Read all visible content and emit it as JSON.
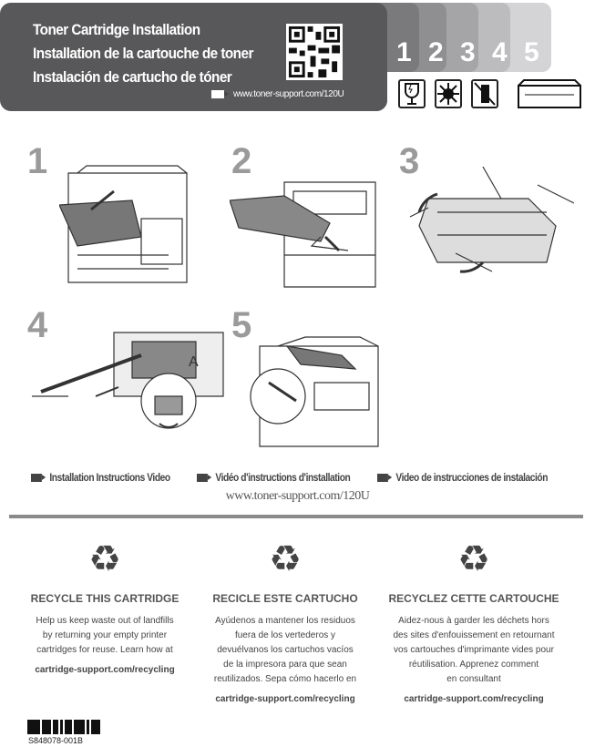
{
  "header": {
    "titles": [
      "Toner Cartridge Installation",
      "Installation de la cartouche de toner",
      "Instalación de cartucho de tóner"
    ],
    "video_url": "www.toner-support.com/120U",
    "step_tabs": [
      "1",
      "2",
      "3",
      "4",
      "5"
    ],
    "warning_icons": [
      "fragile-icon",
      "no-light-exposure-icon",
      "no-upright-icon",
      "cartridge-icon"
    ]
  },
  "steps": [
    {
      "number": "1"
    },
    {
      "number": "2"
    },
    {
      "number": "3"
    },
    {
      "number": "4",
      "callout": "A"
    },
    {
      "number": "5"
    }
  ],
  "video": {
    "labels": [
      "Installation Instructions Video",
      "Vidéo d'instructions d'installation",
      "Video de instrucciones de instalación"
    ],
    "url": "www.toner-support.com/120U"
  },
  "recycle": [
    {
      "heading": "RECYCLE THIS CARTRIDGE",
      "lines": [
        "Help us keep waste out of landfills",
        "by returning your empty printer",
        "cartridges for reuse. Learn how at"
      ],
      "link": "cartridge-support.com/recycling"
    },
    {
      "heading": "RECICLE ESTE CARTUCHO",
      "lines": [
        "Ayúdenos a mantener los residuos",
        "fuera de los vertederos y",
        "devuélvanos los cartuchos vacíos",
        "de la impresora para que sean",
        "reutilizados. Sepa cómo hacerlo en"
      ],
      "link": "cartridge-support.com/recycling"
    },
    {
      "heading": "RECYCLEZ CETTE CARTOUCHE",
      "lines": [
        "Aidez-nous à garder les déchets hors",
        "des sites d'enfouissement en retournant",
        "vos cartouches d'imprimante vides pour",
        "réutilisation. Apprenez comment",
        "en consultant"
      ],
      "link": "cartridge-support.com/recycling"
    }
  ],
  "part_number": "S848078-001B",
  "colors": {
    "header_bg": "#58585a",
    "tabs": [
      "#7a7a7c",
      "#8f8f91",
      "#a5a5a7",
      "#bcbcbe",
      "#d4d4d6"
    ]
  }
}
